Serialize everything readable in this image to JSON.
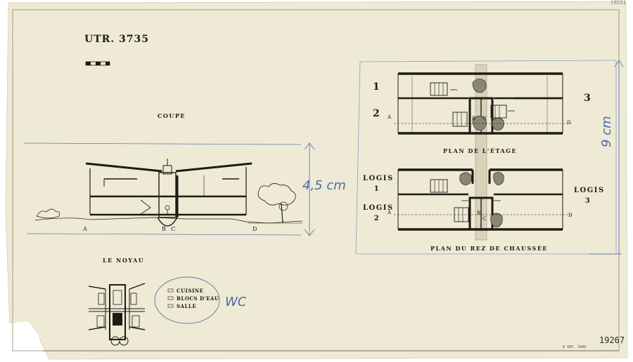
{
  "document": {
    "reference": "UTR. 3735",
    "corner_note": "19251",
    "archive_number": "19267",
    "footer_stamp": "8 SEP. 1944"
  },
  "section": {
    "title": "COUPE",
    "labels": [
      "A",
      "B",
      "C",
      "D"
    ],
    "height_note": "4,5 cm"
  },
  "core": {
    "title": "LE NOYAU",
    "legend": [
      "CUISINE",
      "BLOCS D'EAU",
      "SALLE"
    ],
    "note": "WC"
  },
  "upper_plan": {
    "title": "PLAN DE L'ÉTAGE",
    "left_units": [
      "1",
      "2"
    ],
    "right_unit": "3",
    "line_start": "A",
    "line_end": "D",
    "mid_labels": [
      "B",
      "C"
    ]
  },
  "ground_plan": {
    "title": "PLAN DU REZ DE CHAUSSÉE",
    "left_units": [
      "LOGIS 1",
      "LOGIS 2"
    ],
    "right_unit": "LOGIS 3",
    "line_start": "A",
    "line_end": "D",
    "mid_labels": [
      "B",
      "C"
    ]
  },
  "margin_note": "9 cm",
  "colors": {
    "paper": "#eeead5",
    "ink": "#1e1b14",
    "pencil": "#4d6aa3"
  }
}
